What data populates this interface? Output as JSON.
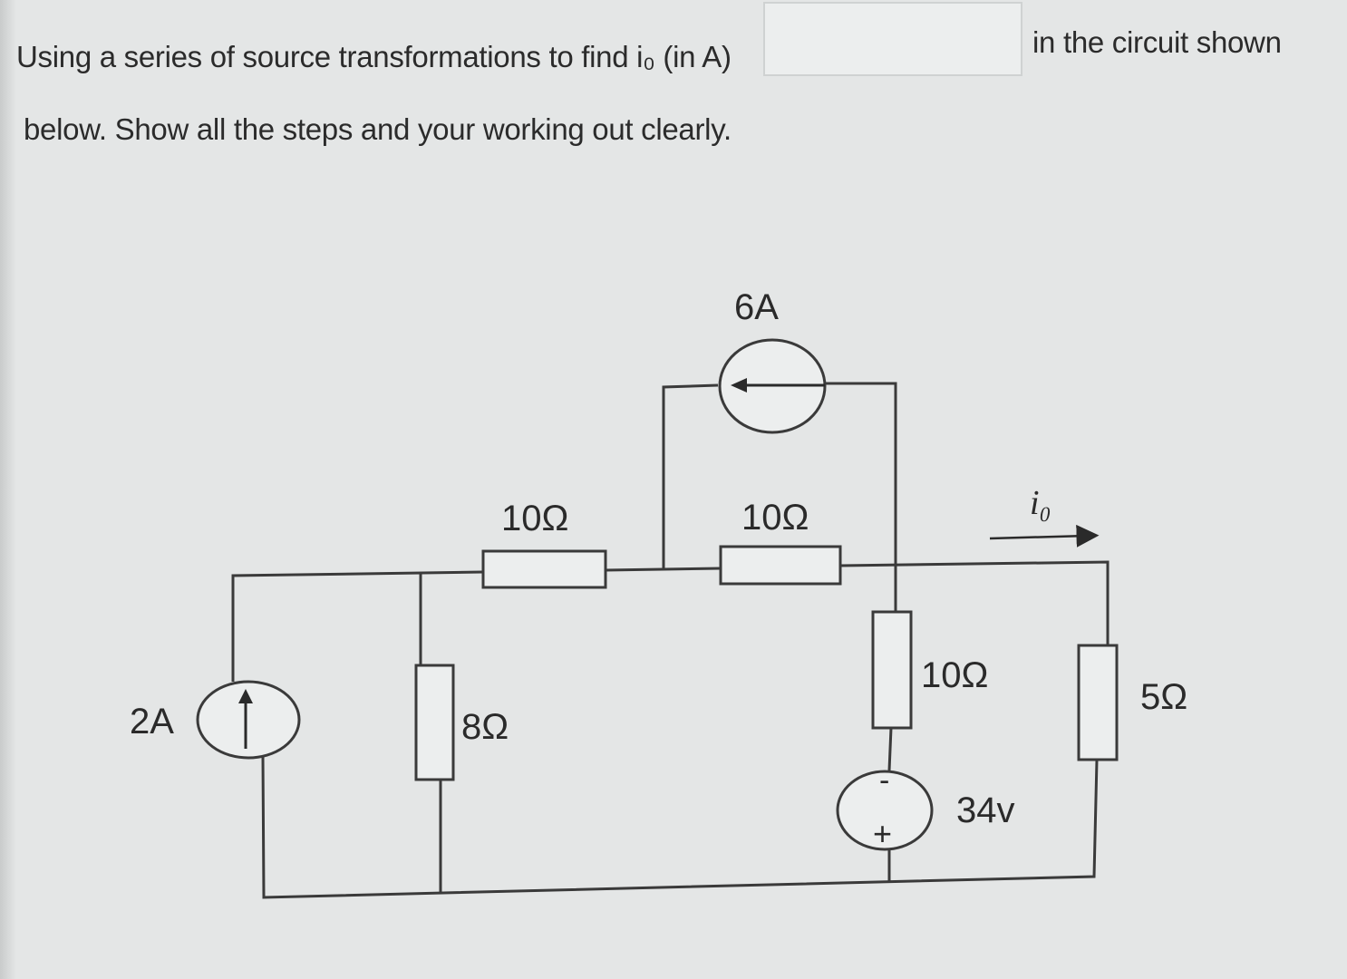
{
  "question": {
    "line1": "Using a series of source transformations to find i₀ (in A)",
    "line1_end": "in the circuit shown",
    "line2": "below. Show all the steps and your working out clearly.",
    "answer_value": ""
  },
  "circuit": {
    "source_2a": "2A",
    "source_6a": "6A",
    "r_top_left": "10Ω",
    "r_top_middle": "10Ω",
    "r_8": "8Ω",
    "r_10_vertical": "10Ω",
    "r_5": "5Ω",
    "v_source": "34v",
    "v_minus": "-",
    "v_plus": "+",
    "current_label": "i₀"
  }
}
